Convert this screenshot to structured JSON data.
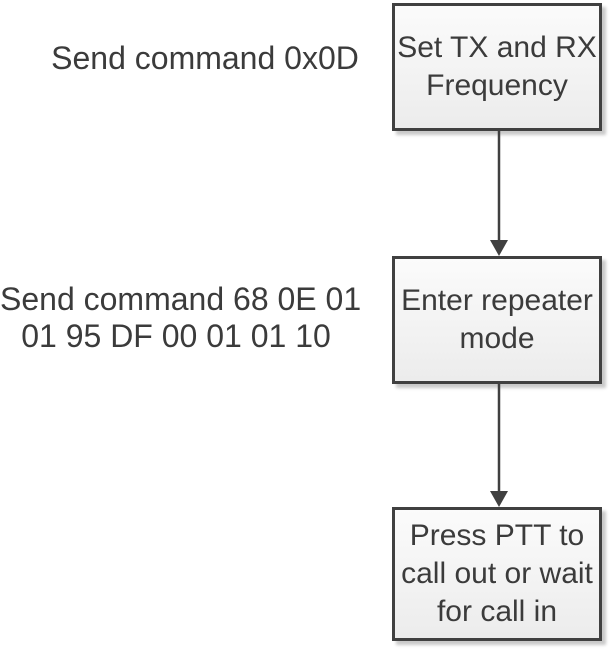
{
  "colors": {
    "background": "#ffffff",
    "node-border": "#404040",
    "node-fill-top": "#fbfbfb",
    "node-fill-bottom": "#ececec",
    "node-shadow": "#c9c9c9",
    "arrow": "#404040",
    "text": "#3b3b3b"
  },
  "flowchart": {
    "annotations": [
      {
        "lines": [
          "Send command 0x0D"
        ]
      },
      {
        "lines": [
          "Send command 68 0E 01",
          "01 95 DF 00 01 01 10"
        ]
      }
    ],
    "nodes": [
      {
        "id": "set-tx-rx-frequency",
        "lines": [
          "Set TX and RX",
          "Frequency"
        ]
      },
      {
        "id": "enter-repeater-mode",
        "lines": [
          "Enter repeater",
          "mode"
        ]
      },
      {
        "id": "press-ptt",
        "lines": [
          "Press PTT to",
          "call out or wait",
          "for call in"
        ]
      }
    ],
    "connectors": [
      {
        "from": "set-tx-rx-frequency",
        "to": "enter-repeater-mode",
        "direction": "down"
      },
      {
        "from": "enter-repeater-mode",
        "to": "press-ptt",
        "direction": "down"
      }
    ]
  }
}
